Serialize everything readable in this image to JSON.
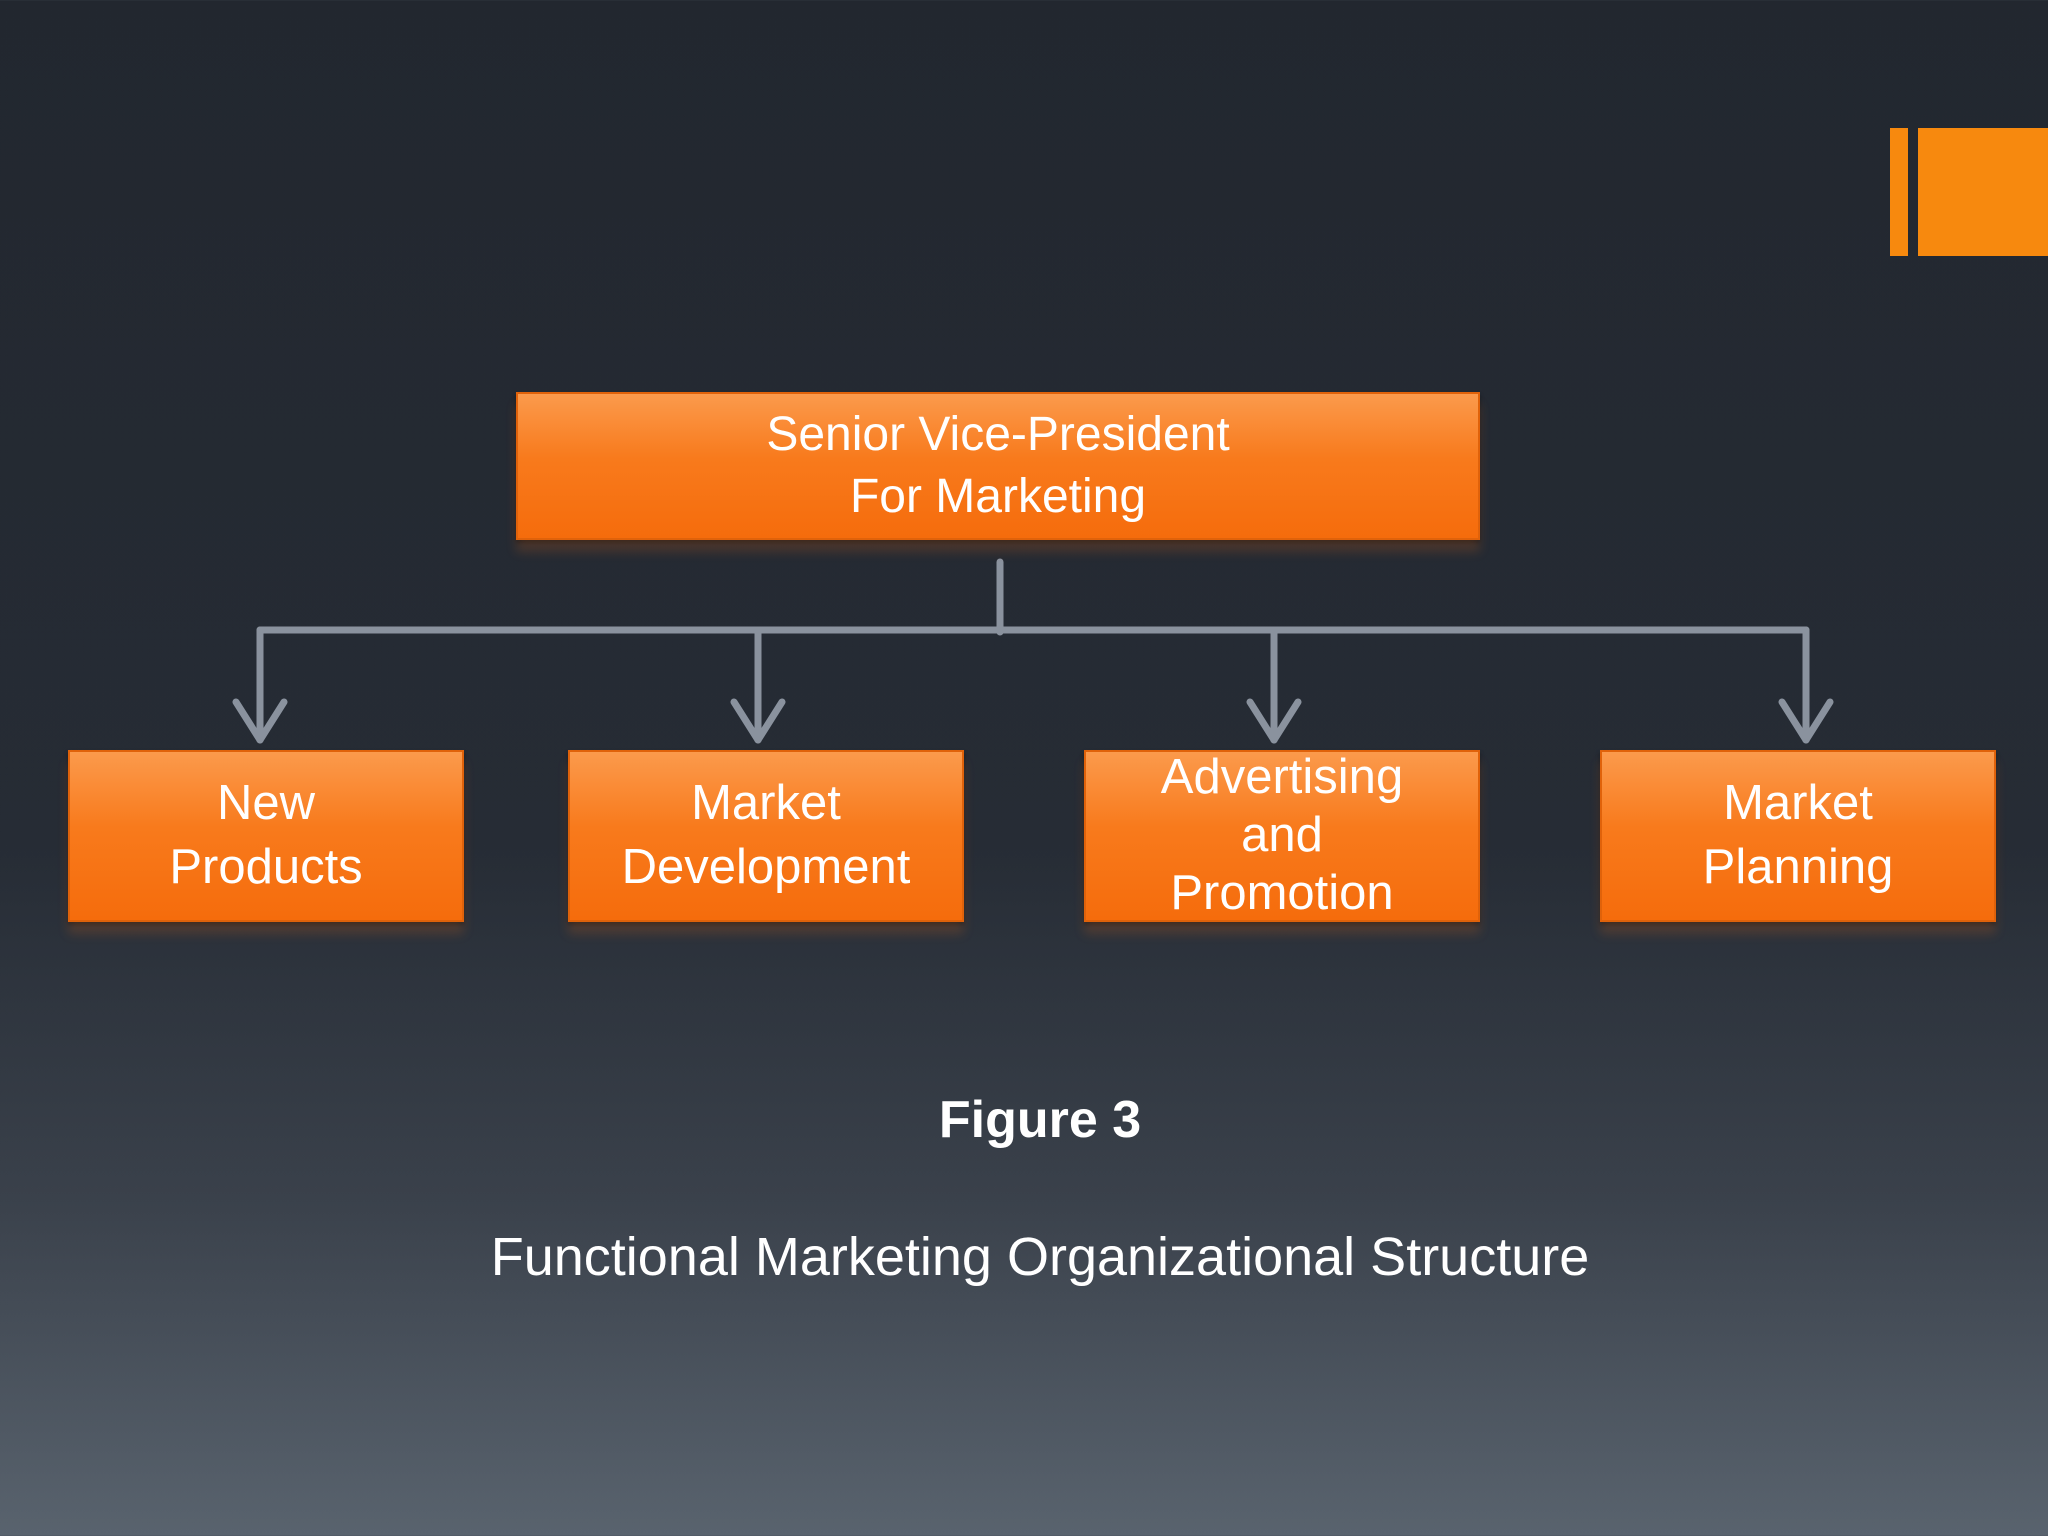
{
  "diagram": {
    "root": {
      "label": "Senior Vice-President\nFor Marketing"
    },
    "children": [
      {
        "label": "New\nProducts"
      },
      {
        "label": "Market\nDevelopment"
      },
      {
        "label": "Advertising\nand\nPromotion"
      },
      {
        "label": "Market\nPlanning"
      }
    ]
  },
  "caption": {
    "figure": "Figure 3",
    "title": "Functional Marketing Organizational Structure"
  },
  "colors": {
    "box_fill": "#f87a1c",
    "accent": "#f7890e",
    "connector": "#8a929e",
    "background": "#252a33"
  }
}
